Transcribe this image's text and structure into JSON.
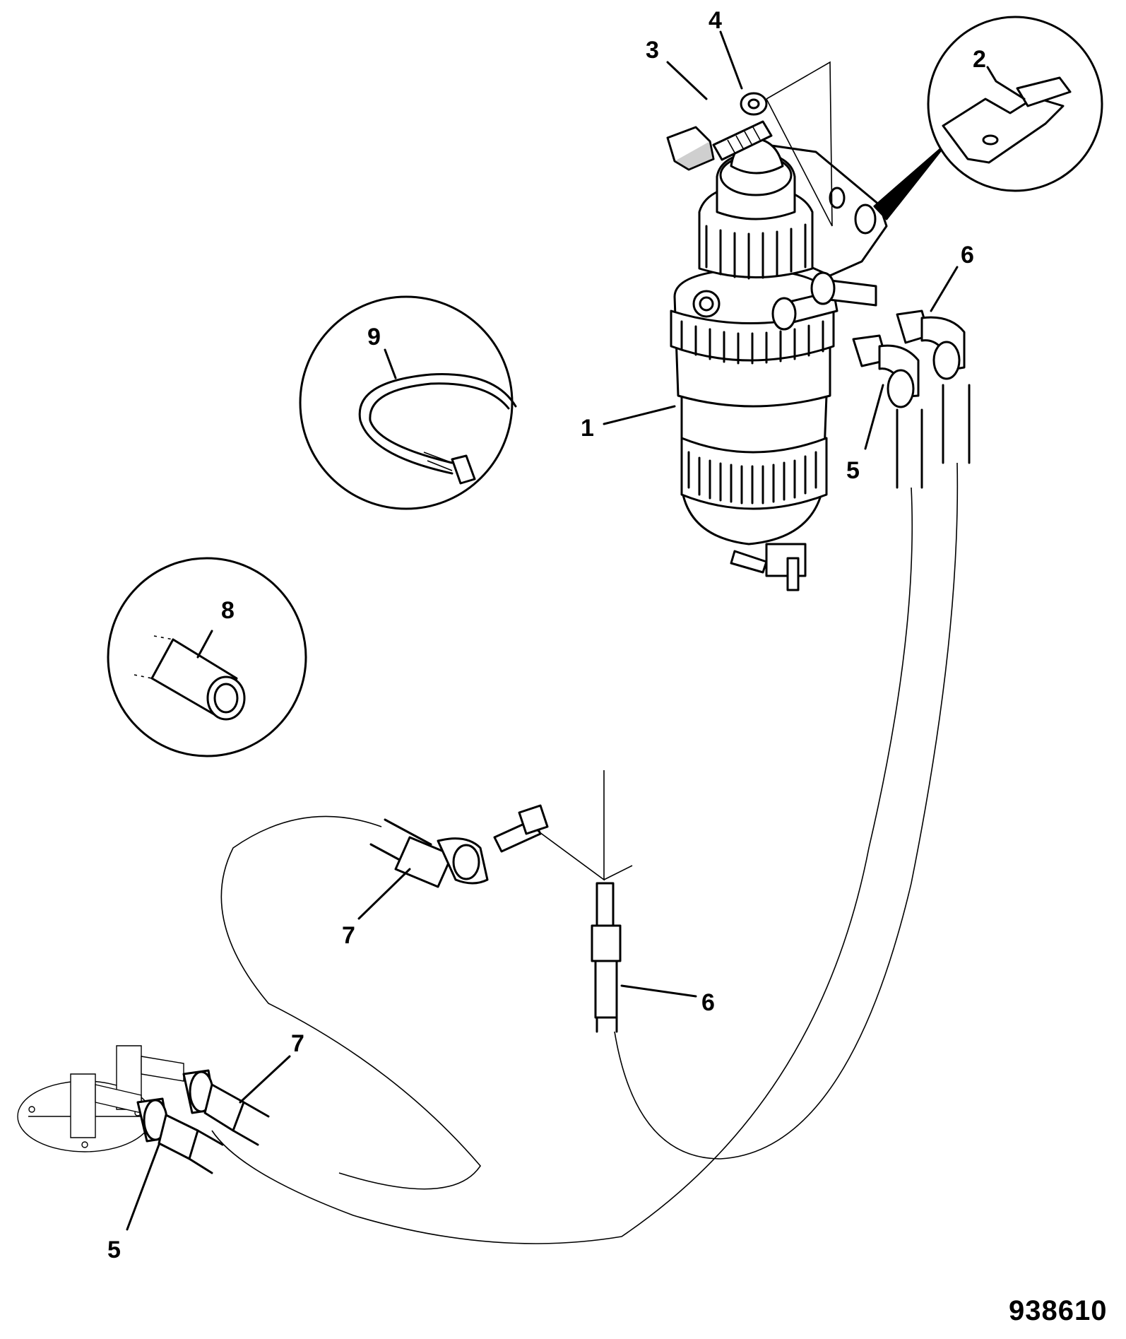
{
  "diagram": {
    "figure_id": "938610",
    "callouts": [
      {
        "id": "callout-1",
        "label": "1"
      },
      {
        "id": "callout-2",
        "label": "2"
      },
      {
        "id": "callout-3",
        "label": "3"
      },
      {
        "id": "callout-4",
        "label": "4"
      },
      {
        "id": "callout-5-top",
        "label": "5"
      },
      {
        "id": "callout-5-bottom",
        "label": "5"
      },
      {
        "id": "callout-6-top",
        "label": "6"
      },
      {
        "id": "callout-6-mid",
        "label": "6"
      },
      {
        "id": "callout-7-mid",
        "label": "7"
      },
      {
        "id": "callout-7-bottom",
        "label": "7"
      },
      {
        "id": "callout-8",
        "label": "8"
      },
      {
        "id": "callout-9",
        "label": "9"
      }
    ]
  }
}
